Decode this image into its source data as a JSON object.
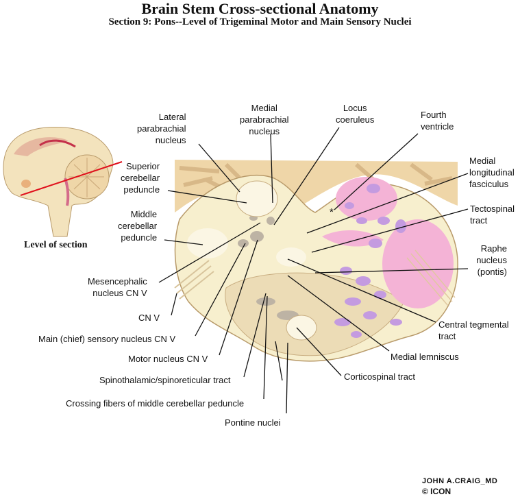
{
  "header": {
    "title": "Brain Stem Cross-sectional Anatomy",
    "subtitle": "Section 9:  Pons--Level of Trigeminal Motor and Main Sensory Nuclei"
  },
  "inset": {
    "caption": "Level of section",
    "cut_line_color": "#e0101c"
  },
  "labels": {
    "lateral_parabrachial": "Lateral\nparabrachial\nnucleus",
    "medial_parabrachial": "Medial\nparabrachial\nnucleus",
    "locus_coeruleus": "Locus\ncoeruleus",
    "fourth_ventricle": "Fourth\nventricle",
    "superior_cerebellar": "Superior\ncerebellar\npeduncle",
    "mlf": "Medial\nlongitudinal\nfasciculus",
    "middle_cerebellar": "Middle\ncerebellar\npeduncle",
    "tectospinal": "Tectospinal\ntract",
    "raphe": "Raphe\nnucleus\n(pontis)",
    "mesencephalic": "Mesencephalic\nnucleus CN V",
    "cn_v": "CN V",
    "central_tegmental": "Central tegmental\ntract",
    "main_sensory": "Main (chief) sensory nucleus CN V",
    "medial_lemniscus": "Medial lemniscus",
    "motor_nucleus": "Motor nucleus CN V",
    "corticospinal": "Corticospinal tract",
    "spinothalamic": "Spinothalamic/spinoreticular tract",
    "crossing_fibers": "Crossing fibers of middle cerebellar peduncle",
    "pontine_nuclei": "Pontine nuclei",
    "asterisk": "*"
  },
  "signature": {
    "name": "JOHN A.CRAIG_MD",
    "copyright": "© ICON"
  },
  "colors": {
    "tissue": "#f7efce",
    "cerebellum": "#efd6a8",
    "pink_tract": "#f4b3d6",
    "purple_tract": "#c49be0",
    "nucleus_gray": "#bdb3a4"
  }
}
